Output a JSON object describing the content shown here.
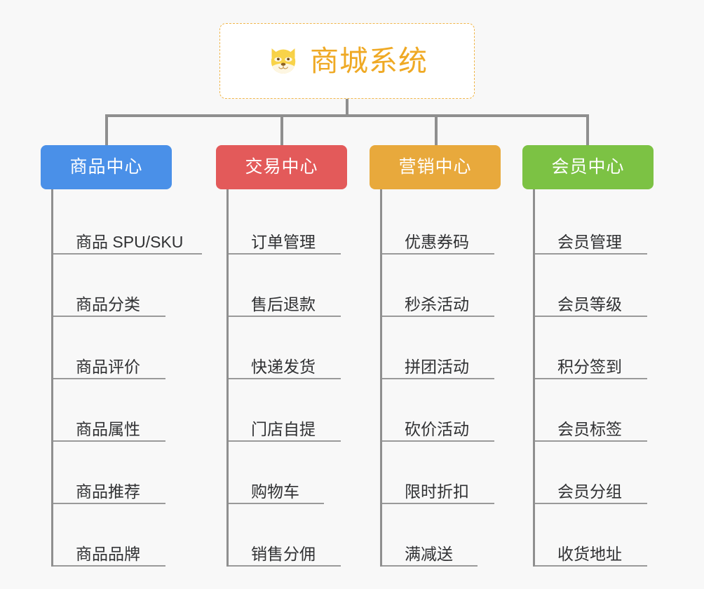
{
  "background_color": "#f8f8f8",
  "connector_color": "#8f8f8f",
  "root": {
    "title": "商城系统",
    "icon": "shiba-dog-face-icon",
    "border_color": "#f0b64a",
    "text_color": "#efa924",
    "background_color": "#ffffff"
  },
  "columns": [
    {
      "label": "商品中心",
      "color": "#4a90e8",
      "items": [
        "商品 SPU/SKU",
        "商品分类",
        "商品评价",
        "商品属性",
        "商品推荐",
        "商品品牌"
      ]
    },
    {
      "label": "交易中心",
      "color": "#e35a5a",
      "items": [
        "订单管理",
        "售后退款",
        "快递发货",
        "门店自提",
        "购物车",
        "销售分佣"
      ]
    },
    {
      "label": "营销中心",
      "color": "#e8a93c",
      "items": [
        "优惠券码",
        "秒杀活动",
        "拼团活动",
        "砍价活动",
        "限时折扣",
        "满减送"
      ]
    },
    {
      "label": "会员中心",
      "color": "#7cc244",
      "items": [
        "会员管理",
        "会员等级",
        "积分签到",
        "会员标签",
        "会员分组",
        "收货地址"
      ]
    }
  ]
}
